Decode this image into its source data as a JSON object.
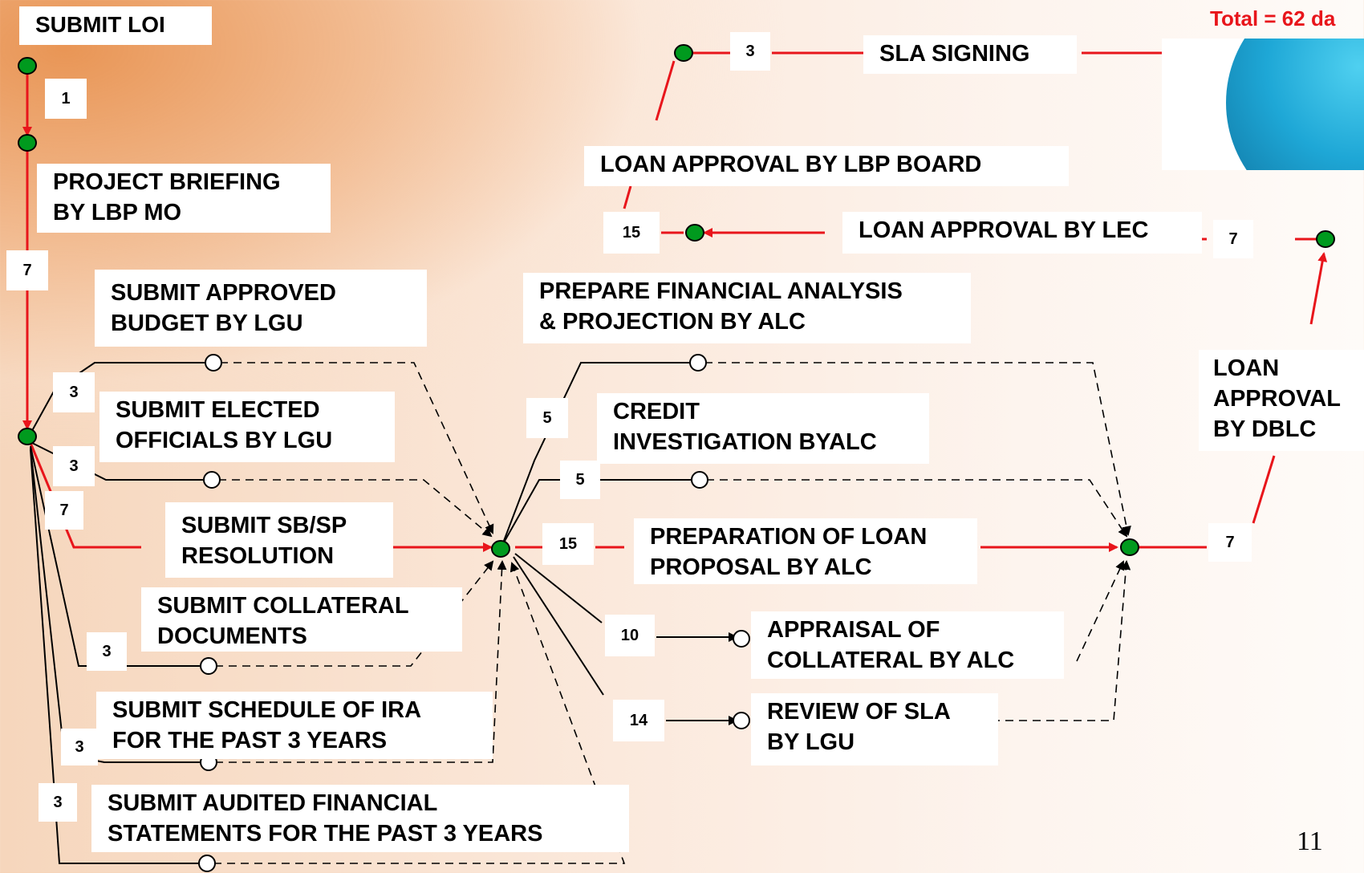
{
  "total_label": "Total = 62 da",
  "page_number": "11",
  "steps": {
    "submit_loi": "SUBMIT LOI",
    "project_briefing": "PROJECT BRIEFING\nBY LBP   MO",
    "submit_budget": "SUBMIT APPROVED\nBUDGET BY LGU",
    "submit_officials": "SUBMIT ELECTED\nOFFICIALS BY LGU",
    "submit_resolution": "SUBMIT SB/SP\nRESOLUTION",
    "submit_collateral": "SUBMIT COLLATERAL\nDOCUMENTS",
    "submit_ira": "SUBMIT SCHEDULE OF IRA\nFOR THE PAST 3 YEARS",
    "submit_audited": "SUBMIT AUDITED FINANCIAL\nSTATEMENTS FOR THE PAST 3 YEARS",
    "financial_analysis": "PREPARE FINANCIAL ANALYSIS\n& PROJECTION BY ALC",
    "credit_investigation": "CREDIT\nINVESTIGATION BYALC",
    "loan_proposal": "PREPARATION OF LOAN\nPROPOSAL BY ALC",
    "appraisal": "APPRAISAL OF\nCOLLATERAL BY ALC",
    "review_sla": "REVIEW OF SLA\nBY LGU",
    "loan_dblc": "LOAN\nAPPROVAL\nBY  DBLC",
    "loan_lec": "LOAN APPROVAL BY LEC",
    "loan_board": "LOAN APPROVAL BY LBP BOARD",
    "sla_signing": "SLA SIGNING"
  },
  "durations": {
    "d_loi": "1",
    "d_briefing": "7",
    "d_budget": "3",
    "d_officials": "3",
    "d_resolution": "7",
    "d_collateral": "3",
    "d_ira": "3",
    "d_audited": "3",
    "d_financial": "5",
    "d_credit": "5",
    "d_proposal": "15",
    "d_appraisal": "10",
    "d_review": "14",
    "d_dblc": "7",
    "d_lec": "7",
    "d_board": "15",
    "d_sla": "3"
  },
  "colors": {
    "critical": "#e8151b",
    "node_fill": "#009a1e",
    "line": "#000000"
  }
}
